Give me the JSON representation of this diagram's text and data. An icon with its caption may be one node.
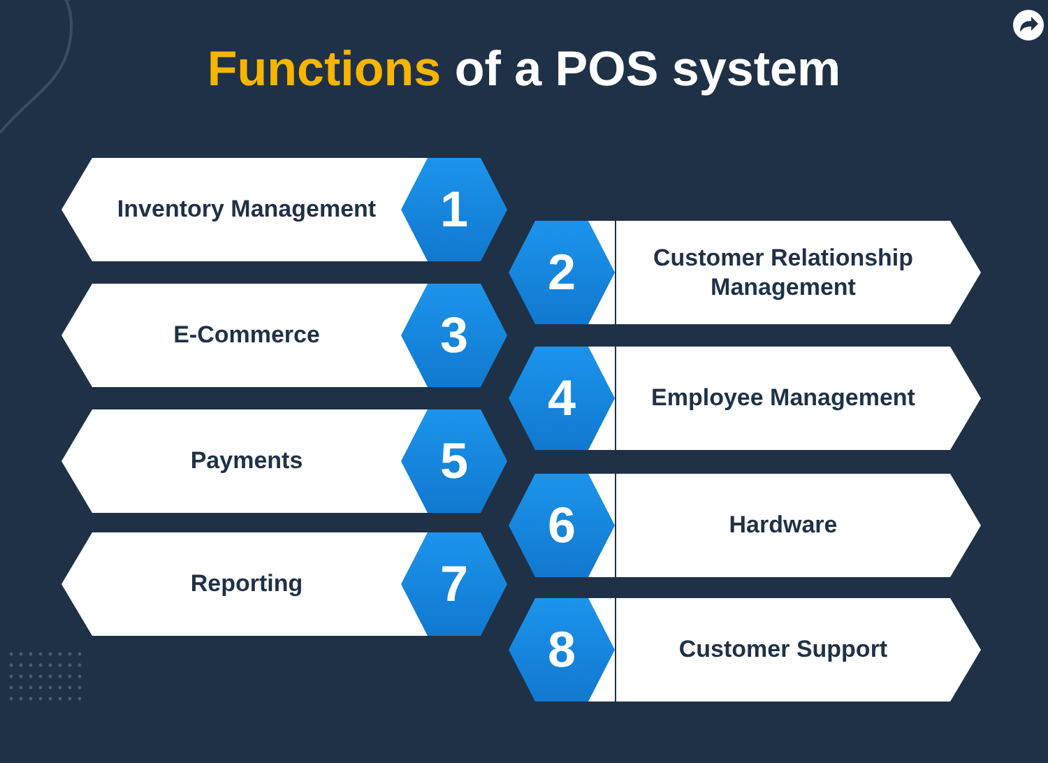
{
  "diagram": {
    "title": "Functions of a POS system",
    "nodes": [
      {
        "text": [
          "Inventory Management"
        ]
      },
      {
        "text": [
          "1"
        ]
      },
      {
        "text": [
          "2"
        ]
      },
      {
        "text": [
          "Customer Relationship Management"
        ]
      },
      {
        "text": [
          "E-Commerce"
        ]
      },
      {
        "text": [
          "3"
        ]
      },
      {
        "text": [
          "4"
        ]
      },
      {
        "text": [
          "Employee Management"
        ]
      },
      {
        "text": [
          "Payments"
        ]
      },
      {
        "text": [
          "5"
        ]
      },
      {
        "text": [
          "6"
        ]
      },
      {
        "text": [
          "Hardware"
        ]
      },
      {
        "text": [
          "Reporting"
        ]
      },
      {
        "text": [
          "7"
        ]
      },
      {
        "text": [
          "8"
        ]
      },
      {
        "text": [
          "Customer Support"
        ]
      }
    ]
  }
}
